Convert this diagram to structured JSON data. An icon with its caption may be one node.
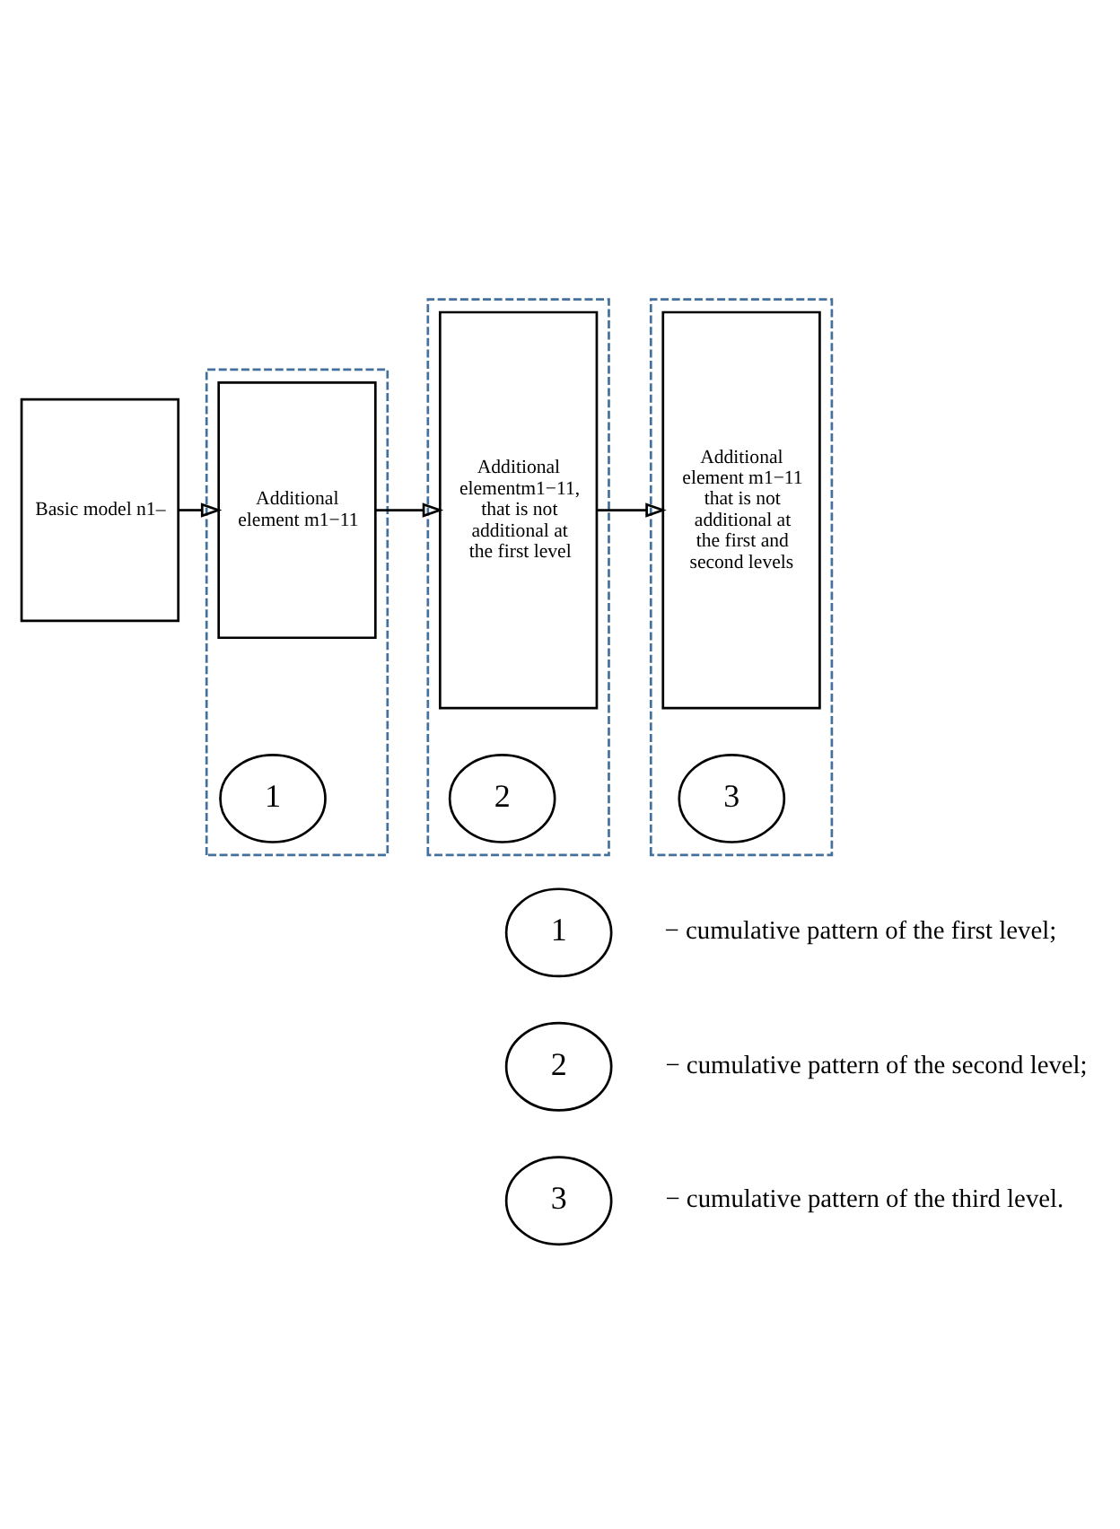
{
  "diagram": {
    "nodes": [
      {
        "text": [
          "Basic model n1–"
        ]
      },
      {
        "text": [],
        "shape": "box"
      },
      {
        "text": [
          "Additional element m1−11"
        ],
        "in": 1
      },
      {
        "text": [
          "1"
        ],
        "in": 1
      },
      {
        "text": [],
        "shape": "box"
      },
      {
        "text": [
          "Additional elementm1−11, that is not additional at the first level"
        ],
        "in": 4
      },
      {
        "text": [
          "2"
        ],
        "in": 4
      },
      {
        "text": [],
        "shape": "box"
      },
      {
        "text": [
          "Additional element m1−11 that is not additional at the first and second levels"
        ],
        "in": 7
      },
      {
        "text": [
          "3"
        ],
        "in": 7
      },
      {
        "text": [
          "1"
        ],
        "beside": [
          "− cumulative pattern of the first level;"
        ]
      },
      {
        "text": [
          "2"
        ],
        "beside": [
          "− cumulative pattern of the second level;"
        ]
      },
      {
        "text": [
          "3"
        ],
        "beside": [
          "− cumulative pattern of the third level."
        ]
      }
    ],
    "edges": [
      {
        "from": 0,
        "to": 2,
        "arrow": "to"
      },
      {
        "from": 2,
        "to": 5,
        "arrow": "to"
      },
      {
        "from": 5,
        "to": 8,
        "arrow": "to"
      }
    ]
  }
}
